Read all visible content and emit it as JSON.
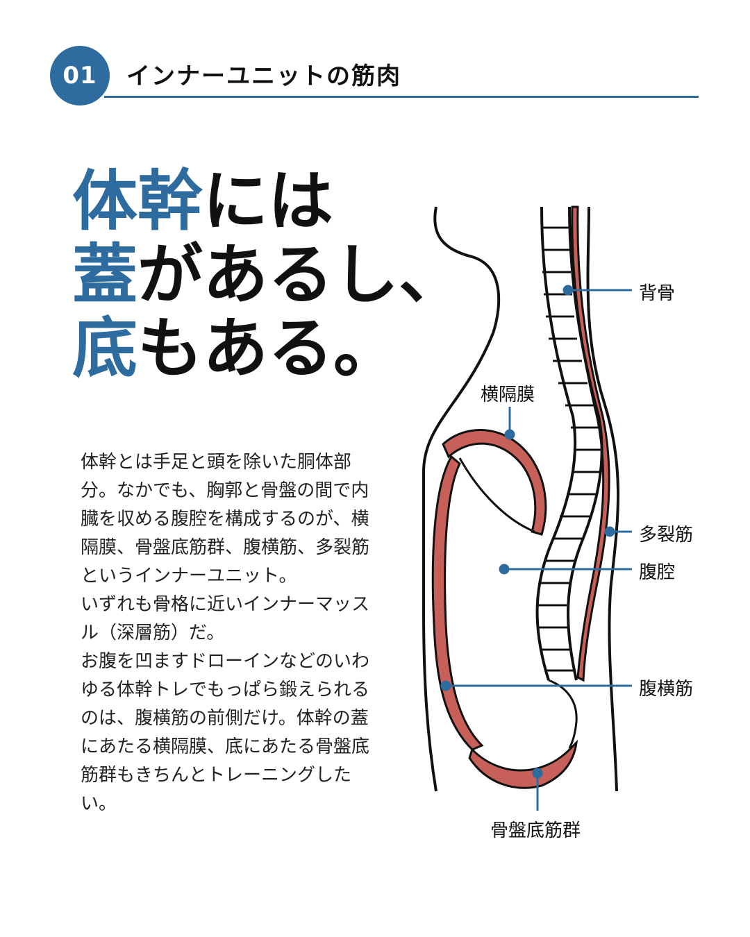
{
  "header": {
    "number": "01",
    "title": "インナーユニットの筋肉"
  },
  "headline": {
    "line1_accent": "体幹",
    "line1_rest": "には",
    "line2_accent": "蓋",
    "line2_rest": "があるし、",
    "line3_accent": "底",
    "line3_rest": "もある。"
  },
  "body": {
    "paragraph1": "体幹とは手足と頭を除いた胴体部分。なかでも、胸郭と骨盤の間で内臓を収める腹腔を構成するのが、横隔膜、骨盤底筋群、腹横筋、多裂筋というインナーユニット。",
    "paragraph2": "いずれも骨格に近いインナーマッスル（深層筋）だ。",
    "paragraph3": "お腹を凹ますドローインなどのいわゆる体幹トレでもっぱら鍛えられるのは、腹横筋の前側だけ。体幹の蓋にあたる横隔膜、底にあたる骨盤底筋群もきちんとトレーニングしたい。"
  },
  "diagram": {
    "labels": {
      "spine": "背骨",
      "diaphragm": "横隔膜",
      "multifidus": "多裂筋",
      "abdominal_cavity": "腹腔",
      "transversus": "腹横筋",
      "pelvic_floor": "骨盤底筋群"
    }
  },
  "colors": {
    "accent": "#2e6b9e",
    "muscle": "#c8605a",
    "outline": "#111111"
  }
}
